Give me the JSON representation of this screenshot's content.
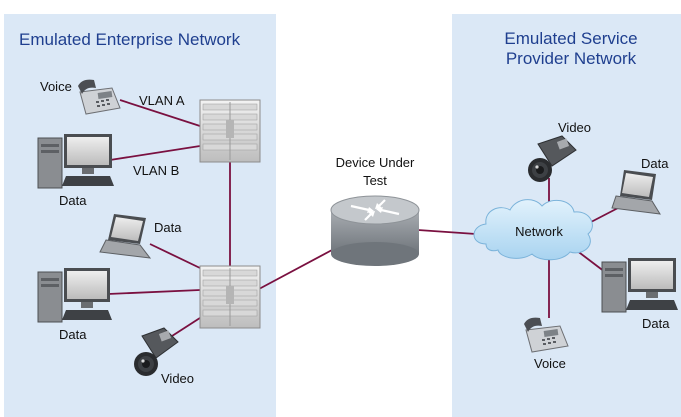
{
  "enterprise": {
    "title": "Emulated Enterprise Network",
    "voice_label": "Voice",
    "vlan_a": "VLAN A",
    "vlan_b": "VLAN B",
    "data_label_pc1": "Data",
    "data_label_laptop": "Data",
    "data_label_pc2": "Data",
    "video_label": "Video"
  },
  "dut": {
    "line1": "Device Under",
    "line2": "Test"
  },
  "provider": {
    "title_line1": "Emulated Service",
    "title_line2": "Provider Network",
    "cloud_label": "Network",
    "video_label": "Video",
    "data_label_laptop": "Data",
    "data_label_pc": "Data",
    "voice_label": "Voice"
  },
  "colors": {
    "panel_bg": "#dbe8f6",
    "title": "#1f3f8f",
    "link": "#7a1040",
    "cloud": "#bfe0f6"
  }
}
